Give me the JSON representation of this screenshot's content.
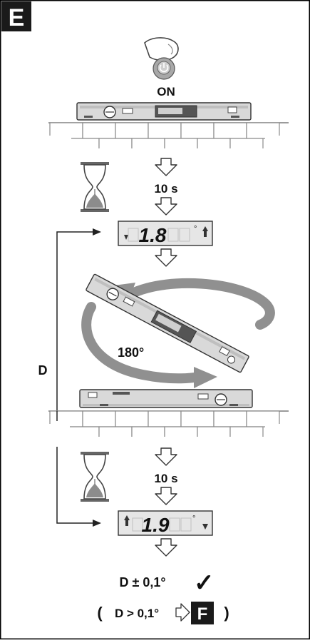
{
  "step_letter": "E",
  "power": {
    "label": "ON"
  },
  "wait_first": {
    "label": "10 s"
  },
  "display_first": {
    "value": "1.8",
    "unit": "°"
  },
  "rotation": {
    "label": "180°"
  },
  "difference": {
    "label": "D"
  },
  "wait_second": {
    "label": "10 s"
  },
  "display_second": {
    "value": "1.9",
    "unit": "°"
  },
  "result": {
    "condition": "D ± 0,1°",
    "check_symbol": "✓",
    "alt_open": "(",
    "alt_condition": "D > 0,1°",
    "alt_target": "F",
    "alt_close": ")"
  },
  "colors": {
    "frame": "#000000",
    "level_body": "#d9d9d9",
    "level_dark": "#555555",
    "wall_line": "#7a7a7a",
    "hourglass_sand": "#8c8c8c",
    "display_bg": "#e6e6e6",
    "letter_box": "#1a1a1a"
  },
  "icons": [
    "finger-press-icon",
    "power-button-icon",
    "down-arrow-icon",
    "hourglass-icon",
    "rotate-arrow-icon",
    "check-icon",
    "right-arrow-icon"
  ]
}
